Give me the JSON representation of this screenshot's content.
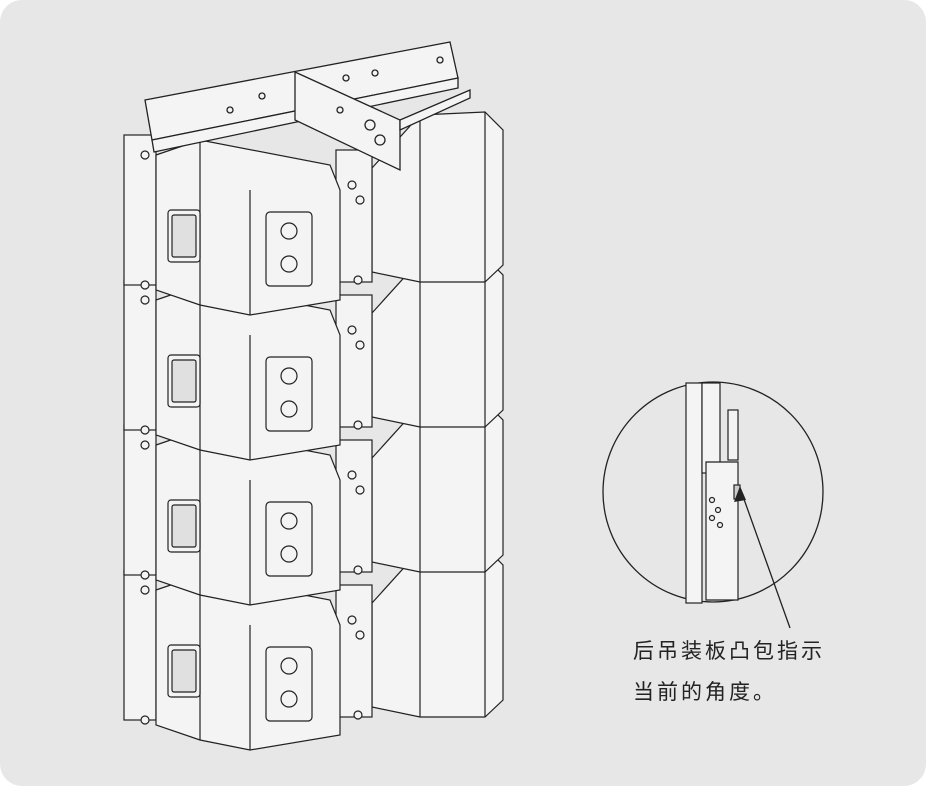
{
  "caption": {
    "line1": "后吊装板凸包指示",
    "line2": "当前的角度。"
  },
  "colors": {
    "background": "#e7e7e7",
    "line": "#222222",
    "fill": "#f4f4f4"
  },
  "cabinet_count": 4
}
